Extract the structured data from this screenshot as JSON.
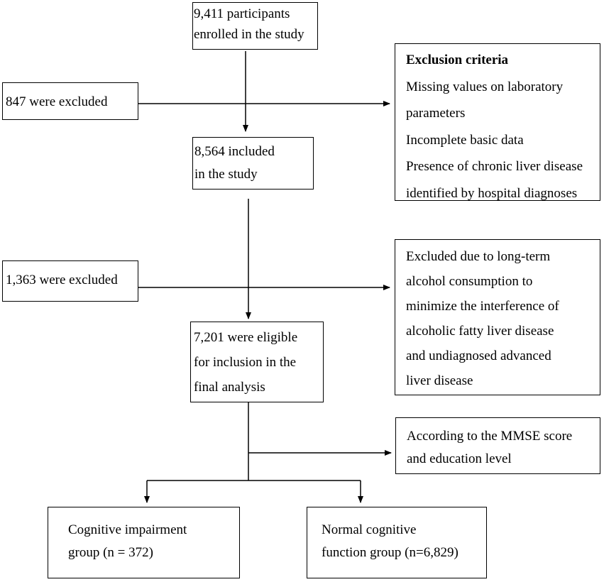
{
  "boxes": {
    "enrolled": [
      "9,411 participants",
      "enrolled in the study"
    ],
    "excluded_847": [
      "847 were excluded"
    ],
    "exclusion_criteria_title": "Exclusion criteria",
    "exclusion_criteria": [
      "Missing values on laboratory",
      "parameters",
      "Incomplete basic data",
      "Presence of chronic liver disease",
      "identified by hospital diagnoses"
    ],
    "included": [
      "8,564 included",
      "in the study"
    ],
    "excluded_1363": [
      "1,363 were excluded"
    ],
    "alcohol_reason": [
      "Excluded due to long-term",
      "alcohol consumption to",
      "minimize the interference of",
      "alcoholic fatty liver disease",
      "and undiagnosed advanced",
      "liver disease"
    ],
    "eligible": [
      "7,201 were eligible",
      "for inclusion in the",
      "final analysis"
    ],
    "mmse": [
      "According to the MMSE score",
      " and education level"
    ],
    "cognitive_impairment": [
      "Cognitive impairment",
      " group (n = 372)"
    ],
    "normal_cognitive": [
      "Normal cognitive",
      "function group (n=6,829)"
    ]
  }
}
